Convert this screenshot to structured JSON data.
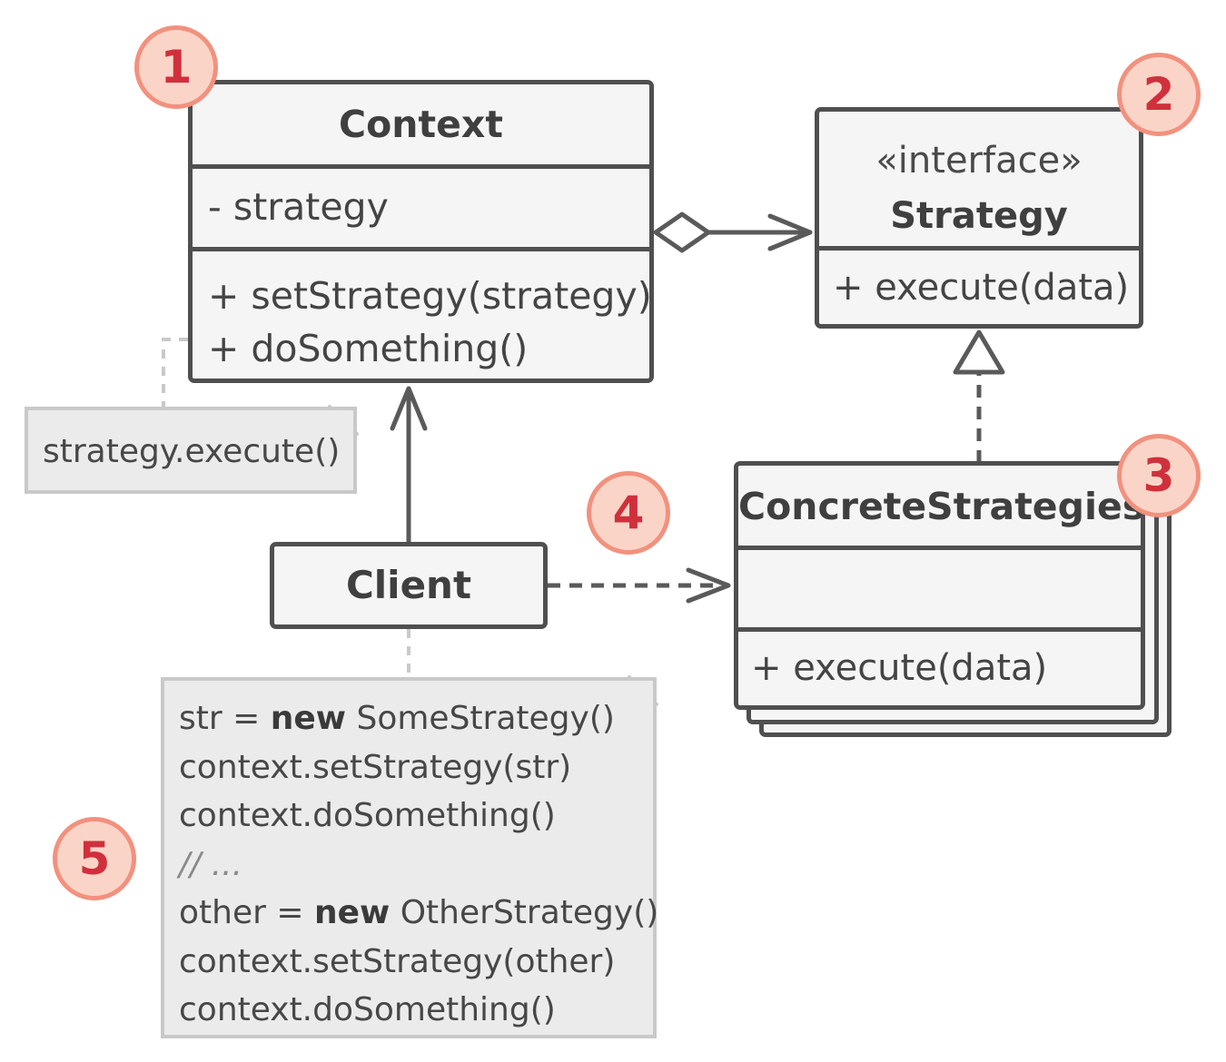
{
  "context": {
    "name": "Context",
    "fields": [
      "- strategy"
    ],
    "methods": [
      "+ setStrategy(strategy)",
      "+ doSomething()"
    ]
  },
  "strategy": {
    "stereotype": "«interface»",
    "name": "Strategy",
    "methods": [
      "+ execute(data)"
    ]
  },
  "concrete": {
    "name": "ConcreteStrategies",
    "methods": [
      "+ execute(data)"
    ]
  },
  "client": {
    "name": "Client"
  },
  "notes": {
    "execute": "strategy.execute()",
    "client_code": {
      "l1_pre": "str = ",
      "l1_kw": "new",
      "l1_post": " SomeStrategy()",
      "l2": "context.setStrategy(str)",
      "l3": "context.doSomething()",
      "l4": "// ...",
      "l5_pre": "other = ",
      "l5_kw": "new",
      "l5_post": " OtherStrategy()",
      "l6": "context.setStrategy(other)",
      "l7": "context.doSomething()"
    }
  },
  "badges": [
    "1",
    "2",
    "3",
    "4",
    "5"
  ],
  "colors": {
    "box_border": "#4f4f4f",
    "box_fill": "#f5f5f5",
    "note_fill": "#ebebeb",
    "note_border": "#c9c9c9",
    "badge_fill": "#fbd4c8",
    "badge_border": "#f2917e",
    "badge_text": "#d0303c"
  }
}
